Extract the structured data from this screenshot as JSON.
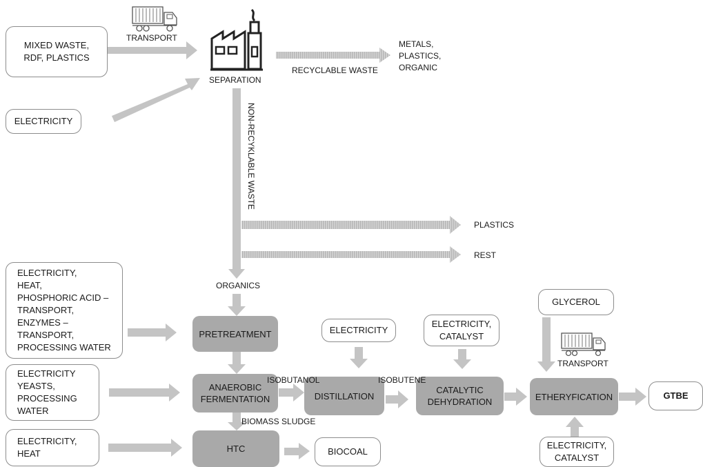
{
  "inputs": {
    "mixed_waste": "MIXED WASTE,\nRDF, PLASTICS",
    "electricity_top": "ELECTRICITY",
    "pretreatment_inputs": "ELECTRICITY,\nHEAT,\nPHOSPHORIC ACID –\nTRANSPORT,\nENZYMES –\nTRANSPORT,\nPROCESSING WATER",
    "fermentation_inputs": "ELECTRICITY\nYEASTS,\nPROCESSING\nWATER",
    "htc_inputs": "ELECTRICITY,\nHEAT",
    "distillation_input": "ELECTRICITY",
    "dehydration_input": "ELECTRICITY,\nCATALYST",
    "glycerol": "GLYCEROL",
    "etherification_input": "ELECTRICITY,\nCATALYST"
  },
  "processes": {
    "separation": "SEPARATION",
    "pretreatment": "PRETREATMENT",
    "fermentation": "ANAEROBIC\nFERMENTATION",
    "distillation": "DISTILLATION",
    "dehydration": "CATALYTIC\nDEHYDRATION",
    "etherification": "ETHERYFICATION",
    "htc": "HTC"
  },
  "outputs": {
    "recyclables": "METALS,\nPLASTICS,\nORGANIC",
    "plastics": "PLASTICS",
    "rest": "REST",
    "gtbe": "GTBE",
    "biocoal": "BIOCOAL"
  },
  "flow_labels": {
    "transport_top": "TRANSPORT",
    "recyclable_waste": "RECYCLABLE WASTE",
    "non_recyclable_waste": "NON-RECYKLABLE WASTE",
    "organics": "ORGANICS",
    "isobutanol": "ISOBUTANOL",
    "isobutene": "ISOBUTENE",
    "biomass_sludge": "BIOMASS SLUDGE",
    "transport_glycerol": "TRANSPORT"
  },
  "colors": {
    "arrow": "#c4c4c4",
    "process_fill": "#a9a9a9",
    "box_border": "#8c8c8c"
  }
}
